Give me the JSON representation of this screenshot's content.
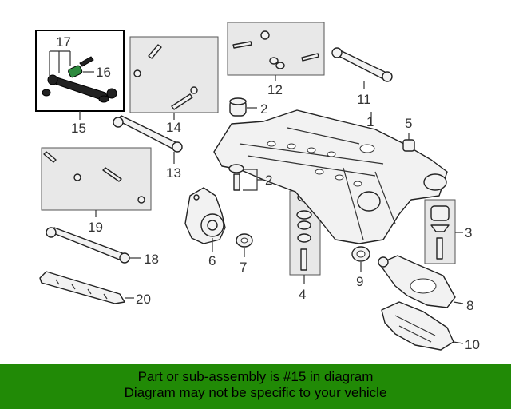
{
  "callouts": {
    "c1": "1",
    "c2a": "2",
    "c2b": "2",
    "c3": "3",
    "c4": "4",
    "c5": "5",
    "c6": "6",
    "c7": "7",
    "c8": "8",
    "c9": "9",
    "c10": "10",
    "c11": "11",
    "c12": "12",
    "c13": "13",
    "c14": "14",
    "c15": "15",
    "c16": "16",
    "c17": "17",
    "c18": "18",
    "c19": "19",
    "c20": "20"
  },
  "highlight_part": "15",
  "footer": {
    "line1": "Part or sub-assembly is #15 in diagram",
    "line2": "Diagram may not be specific to your vehicle"
  },
  "colors": {
    "footer_bg": "#218a06",
    "highlight_box": "#000000",
    "highlight_bushing": "#2d8a3e"
  }
}
